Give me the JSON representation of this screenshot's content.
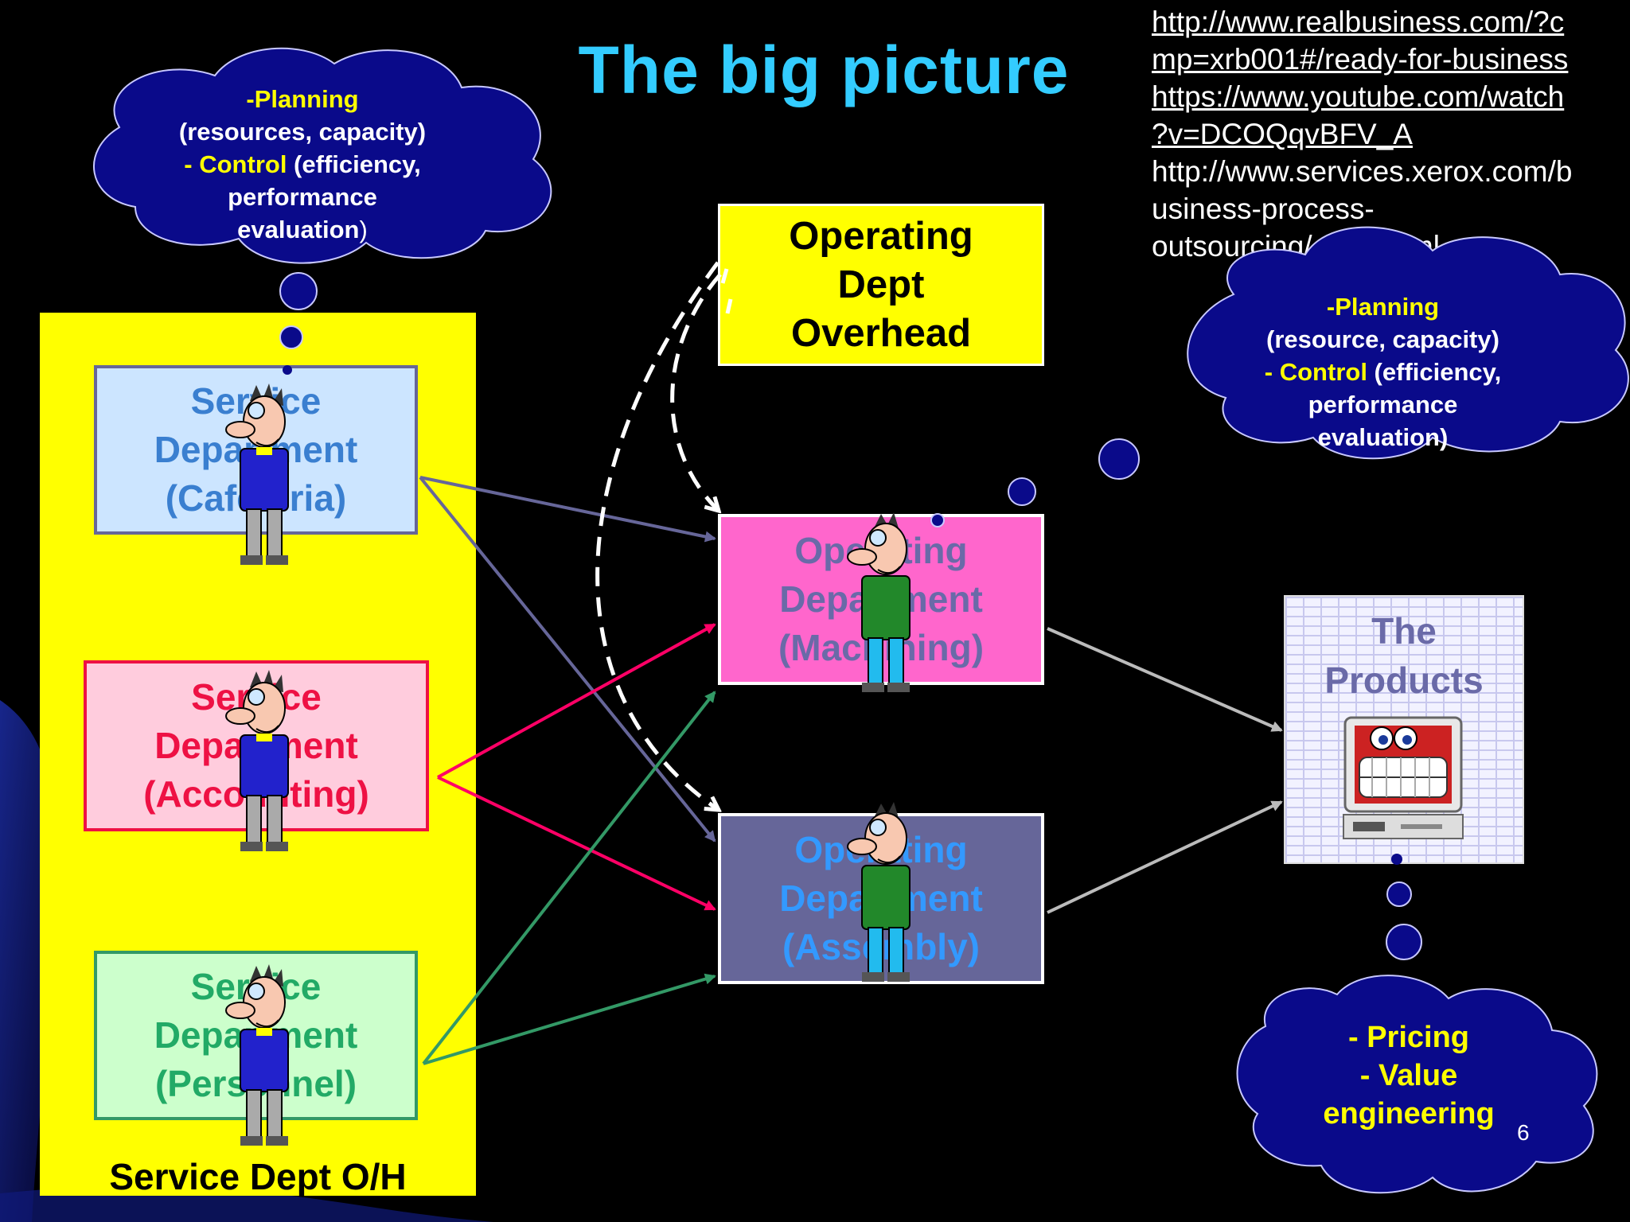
{
  "colors": {
    "background": "#000000",
    "title": "#33ccff",
    "cloud_fill": "#0a0a8a",
    "service_panel": "#ffff00",
    "cafeteria_box": "#cce5ff",
    "accounting_box": "#ffccdd",
    "personnel_box": "#ccffcc",
    "machining_box": "#ff66cc",
    "assembly_box": "#666699",
    "arrow_cafeteria": "#666699",
    "arrow_accounting": "#ff0066",
    "arrow_personnel": "#339966",
    "arrow_products": "#bbbbbb"
  },
  "slide": {
    "title": "The big picture",
    "page_number": "6"
  },
  "links": {
    "line1": "http://www.realbusiness.com/?c",
    "line2": "mp=xrb001#/ready-for-business",
    "line3": "https://www.youtube.com/watch",
    "line4": "?v=DCOQqvBFV_A",
    "line5": "http://www.services.xerox.com/b",
    "line6": "usiness-process-",
    "line7": "outsourcing/enus.html"
  },
  "cloud_left": {
    "line1": "-Planning",
    "line2": "(resources, capacity)",
    "line3_bold": "- Control",
    "line3_rest": " (efficiency,",
    "line4": "performance",
    "line5": "evaluation",
    "line5_end": ")"
  },
  "cloud_right": {
    "line1": "-Planning",
    "line2": "(resource, capacity)",
    "line3_bold": "- Control",
    "line3_rest": " (efficiency,",
    "line4": "performance",
    "line5": "evaluation)"
  },
  "cloud_bottom": {
    "line1": "- Pricing",
    "line2": "- Value",
    "line3": "engineering"
  },
  "service_panel": {
    "label": "Service Dept O/H"
  },
  "service_boxes": {
    "cafeteria": {
      "line1": "Service",
      "line2": "Department",
      "line3": "(Cafeteria)"
    },
    "accounting": {
      "line1": "Service",
      "line2": "Department",
      "line3": "(Accounting)"
    },
    "personnel": {
      "line1": "Service",
      "line2": "Department",
      "line3": "(Personnel)"
    }
  },
  "overhead_box": {
    "line1": "Operating",
    "line2": "Dept",
    "line3": "Overhead"
  },
  "operating_boxes": {
    "machining": {
      "line1": "Operating",
      "line2": "Department",
      "line3": "(Machining)"
    },
    "assembly": {
      "line1": "Operating",
      "line2": "Department",
      "line3": "(Assembly)"
    }
  },
  "products": {
    "line1": "The",
    "line2": "Products"
  }
}
